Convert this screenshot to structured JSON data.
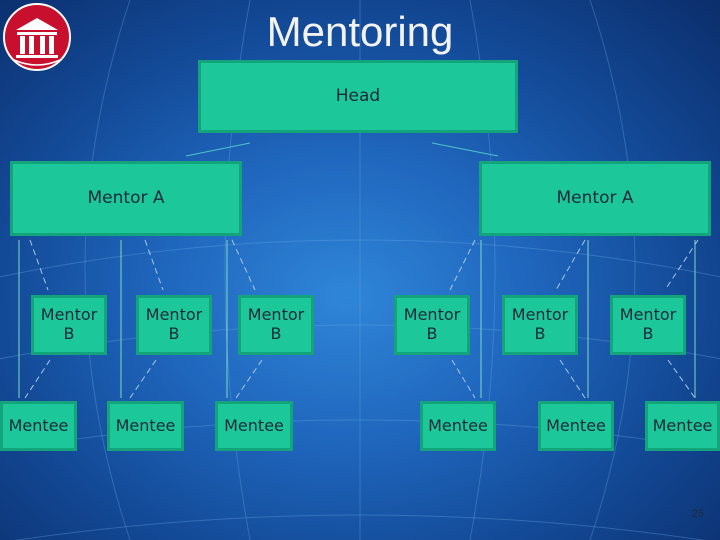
{
  "title": "Mentoring",
  "nodes": {
    "head": "Head",
    "mentor_a": [
      "Mentor A",
      "Mentor A"
    ],
    "mentor_b": [
      "Mentor\nB",
      "Mentor\nB",
      "Mentor\nB",
      "Mentor\nB",
      "Mentor\nB",
      "Mentor\nB"
    ],
    "mentee": [
      "Mentee",
      "Mentee",
      "Mentee",
      "Mentee",
      "Mentee",
      "Mentee"
    ]
  },
  "page_number": "25",
  "colors": {
    "node_fill": "#1cc89a",
    "node_border": "#14a47c",
    "node_text": "#1b2a3a",
    "title_text": "#f2f2f2",
    "logo_red": "#c8102e"
  },
  "logo_icon": "institution-columns-icon"
}
